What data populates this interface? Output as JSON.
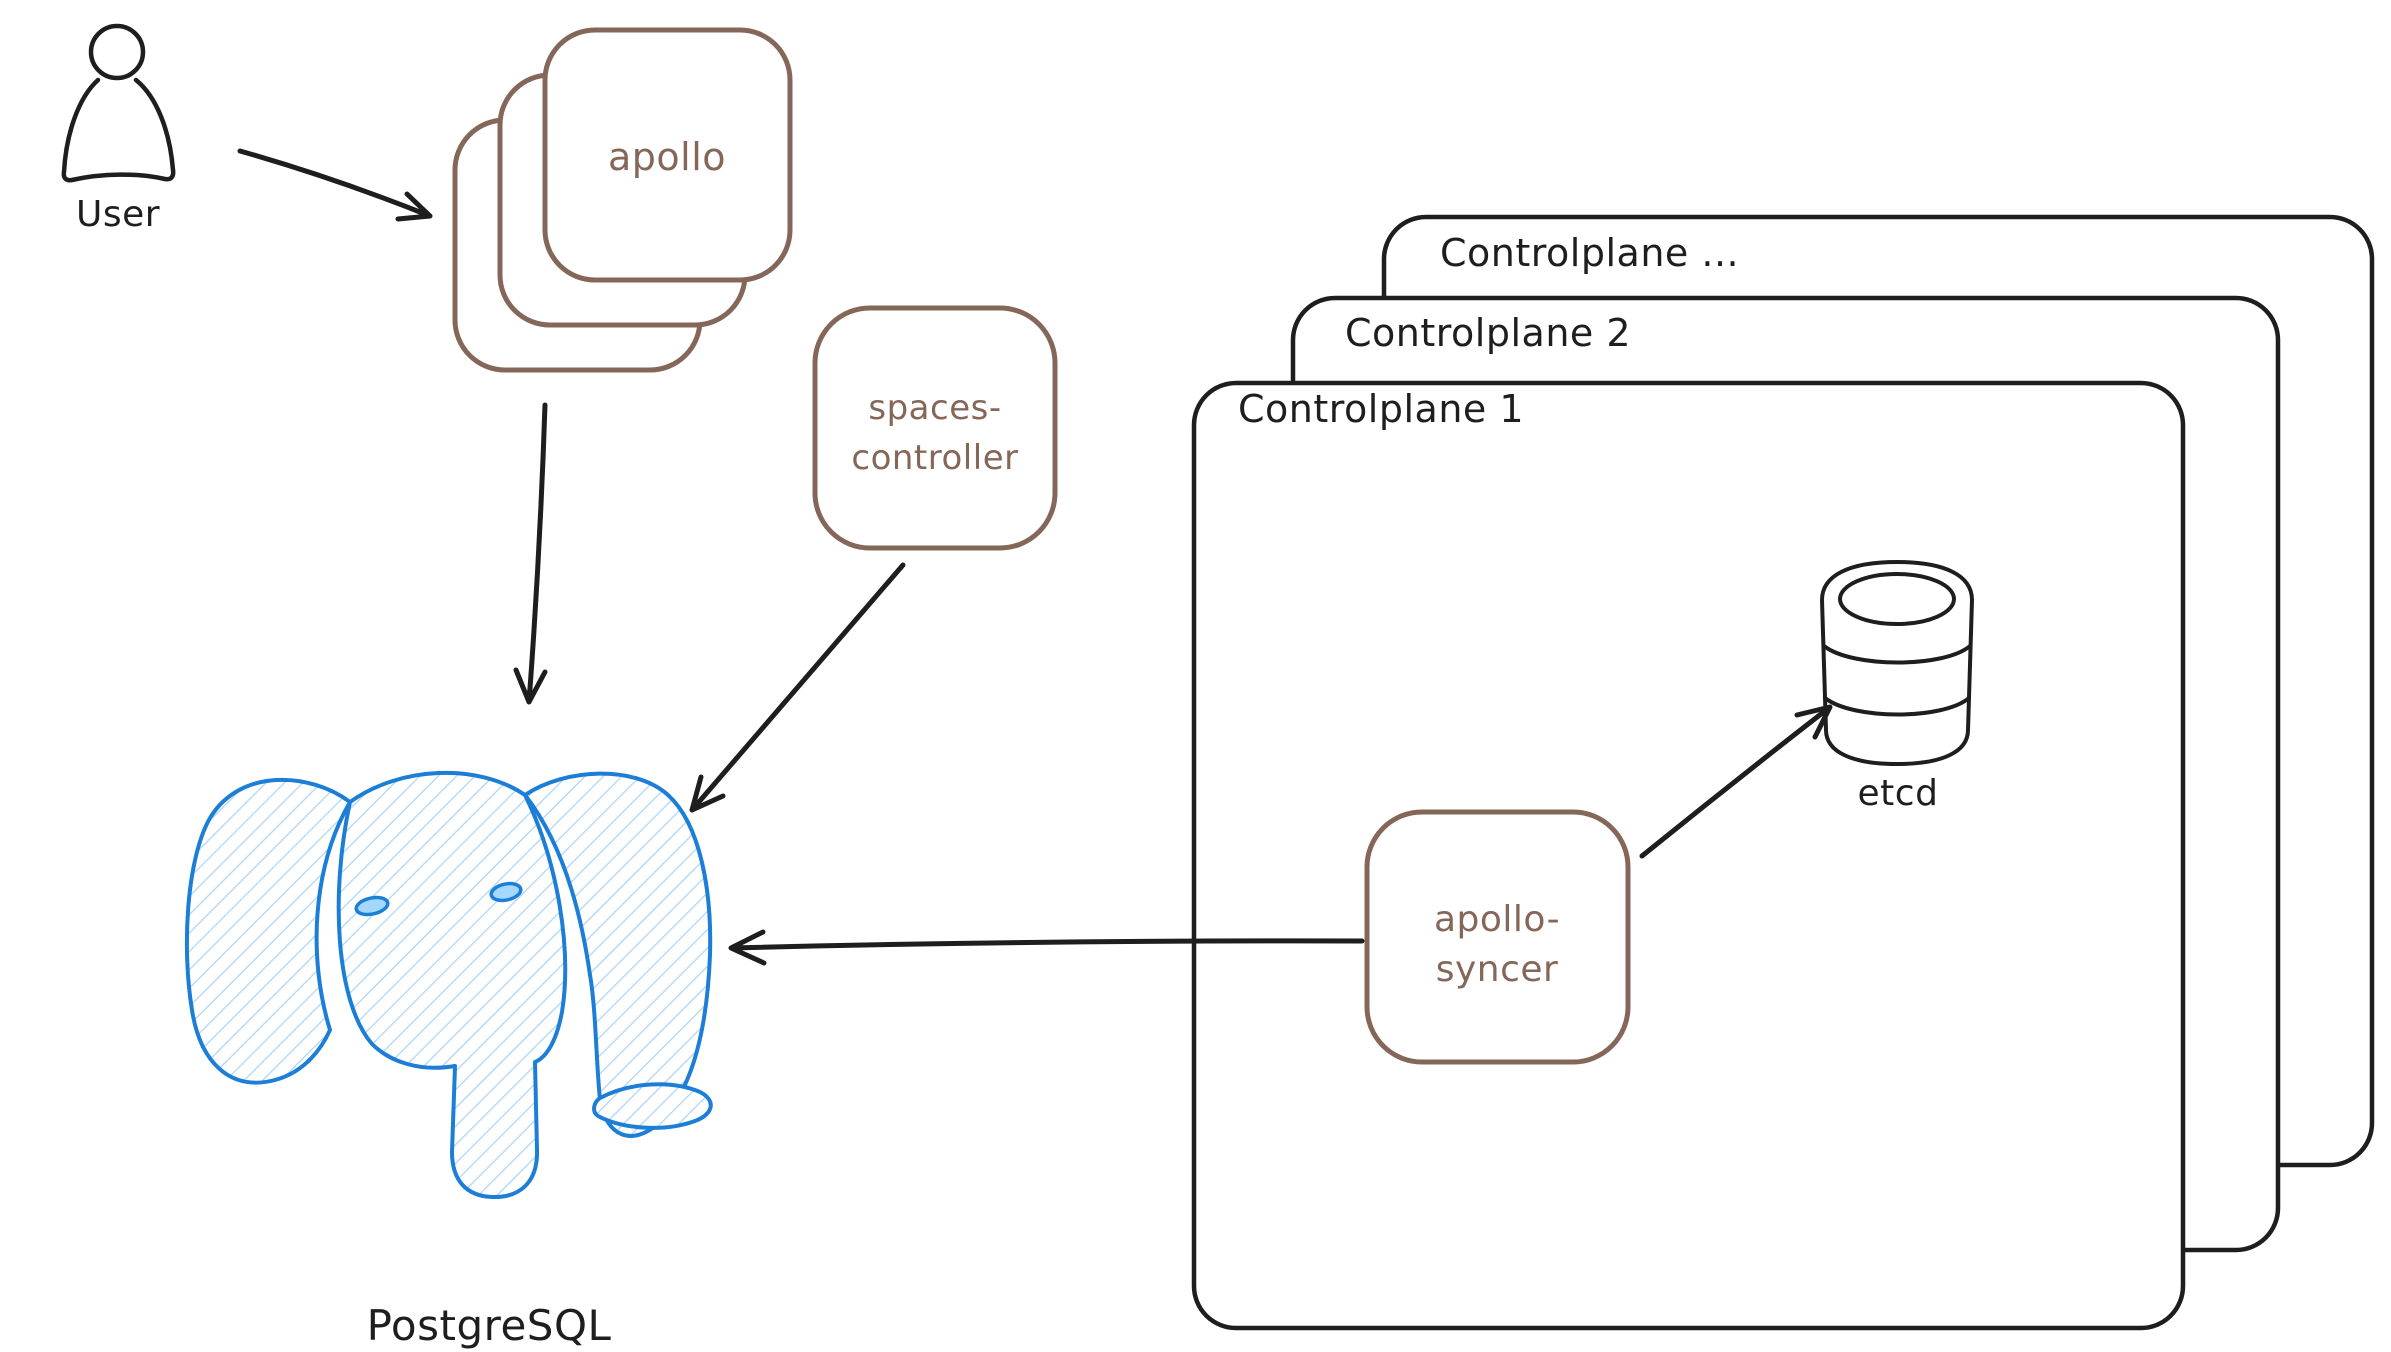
{
  "diagram": {
    "background": "#ffffff",
    "colors": {
      "black": "#1e1e1e",
      "brown": "#85675a",
      "blue": "#1c7ed6",
      "blue_light": "#a5d8ff",
      "hatch_line": "#a9d4f7"
    },
    "nodes": {
      "user": {
        "label": "User"
      },
      "apollo": {
        "label": "apollo",
        "stack_count": 3
      },
      "spaces_controller": {
        "label_line1": "spaces-",
        "label_line2": "controller"
      },
      "postgresql": {
        "label": "PostgreSQL"
      },
      "controlplane_1": {
        "label": "Controlplane 1"
      },
      "controlplane_2": {
        "label": "Controlplane 2"
      },
      "controlplane_more": {
        "label": "Controlplane ..."
      },
      "apollo_syncer": {
        "label_line1": "apollo-",
        "label_line2": "syncer"
      },
      "etcd": {
        "label": "etcd"
      }
    },
    "edges": [
      {
        "from": "user",
        "to": "apollo"
      },
      {
        "from": "apollo",
        "to": "postgresql"
      },
      {
        "from": "spaces_controller",
        "to": "postgresql"
      },
      {
        "from": "apollo_syncer",
        "to": "postgresql"
      },
      {
        "from": "apollo_syncer",
        "to": "etcd"
      }
    ]
  }
}
